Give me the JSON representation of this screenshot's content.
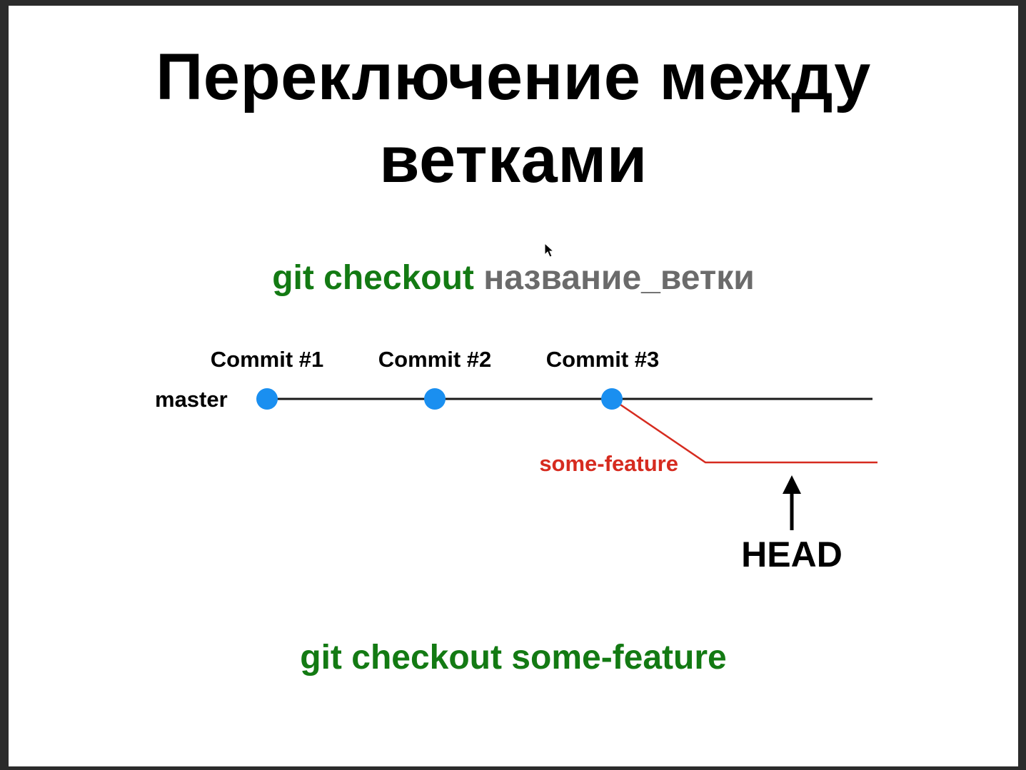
{
  "slide": {
    "title_line1": "Переключение между",
    "title_line2": "ветками",
    "syntax_command": "git checkout",
    "syntax_argument": "название_ветки",
    "example_command": "git checkout some-feature"
  },
  "diagram": {
    "main_branch_label": "master",
    "feature_branch_label": "some-feature",
    "head_label": "HEAD",
    "commits": [
      "Commit #1",
      "Commit #2",
      "Commit #3"
    ],
    "colors": {
      "commit_dot": "#1a8ff0",
      "master_line": "#1a1a1a",
      "feature_line": "#d62b1f",
      "feature_label": "#d62b1f",
      "command_green": "#137a13",
      "argument_gray": "#6b6b6b"
    }
  }
}
